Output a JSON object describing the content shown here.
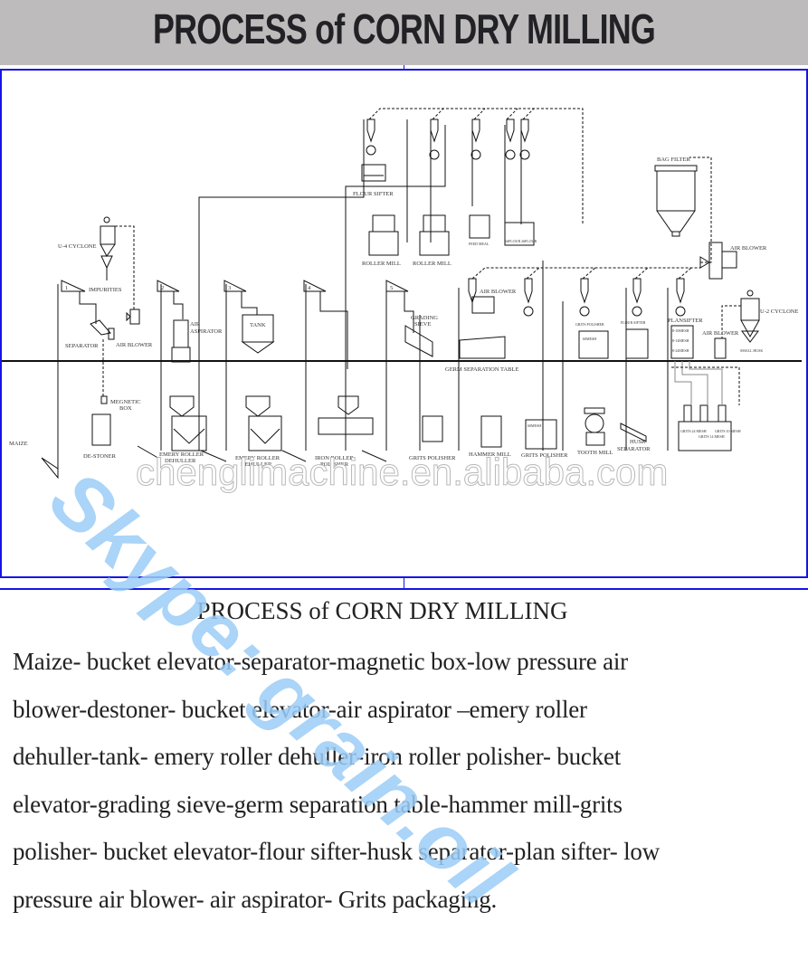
{
  "banner": {
    "title": "PROCESS of CORN DRY MILLING"
  },
  "diagram": {
    "elevator_numbers": [
      "1",
      "2",
      "3",
      "4",
      "5"
    ],
    "labels": {
      "u4_cyclone": "U-4 CYCLONE",
      "impurities": "IMPURITIES",
      "separator": "SEPARATOR",
      "air_blower_1": "AIR BLOWER",
      "air_aspirator": [
        "AIR",
        "ASPIRATOR"
      ],
      "tank": "TANK",
      "grading_sieve": [
        "GRADING",
        "SIEVE"
      ],
      "germ_separation_table": "GERM SEPARATION TABLE",
      "air_blower_2": "AIR BLOWER",
      "flour_sifter_top": "FLOUR SIFTER",
      "roller_mill_1": "ROLLER MILL",
      "roller_mill_2": "ROLLER MILL",
      "feed_meal": "FEED MEAL",
      "flour_1": "1#FLOUR",
      "flour_2": "2#FLOUR",
      "bag_filter": "BAG FILTER",
      "air_blower_3": "AIR BLOWER",
      "grits_polisher_top": "GRITS POLISHER",
      "mesh_60_top": "60MESH",
      "flour_sifter_right": "FLOUR SIFTER",
      "plansifter": "PLANSIFTER",
      "plansifter_meshes": [
        "8-10MESH",
        "8-14MESH",
        "8-24MESH"
      ],
      "air_blower_4": "AIR BLOWER",
      "u2_cyclone": "U-2 CYCLONE",
      "small_husk": "SMALL HUSK",
      "maize": "MAIZE",
      "magnetic_box": [
        "MEGNETIC",
        "BOX"
      ],
      "de_stoner": "DE-STONER",
      "emery_roller_1": [
        "EMERY ROLLER",
        "DEHULLER"
      ],
      "emery_roller_2": [
        "EMERY ROLLER",
        "DEHULLER"
      ],
      "iron_roller": [
        "IRON ROLLER",
        "POLISHER"
      ],
      "grits_polisher_1": "GRITS POLISHER",
      "hammer_mill": "HAMMER MILL",
      "mesh_60_bottom": "60MESH",
      "grits_polisher_2": "GRITS POLISHER",
      "tooth_mill": "TOOTH MILL",
      "husk_separator": [
        "HUSK",
        "SEPARATOR"
      ],
      "grits_bins": [
        "GRITS 24 MESH",
        "GRITS 14 MESH",
        "GRITS 10 MESH"
      ]
    },
    "colors": {
      "frame": "#1515e6",
      "line": "#111111",
      "grey_line": "#8a8a8a",
      "floor": "#000000"
    }
  },
  "section_title": "PROCESS of CORN DRY MILLING",
  "description_lines": [
    "Maize- bucket elevator-separator-magnetic box-low pressure air",
    "blower-destoner- bucket elevator-air aspirator –emery roller",
    "dehuller-tank- emery roller dehuller-iron roller polisher- bucket",
    "elevator-grading sieve-germ separation table-hammer mill-grits",
    "polisher- bucket elevator-flour sifter-husk separator-plan sifter- low",
    "pressure air blower- air aspirator- Grits packaging."
  ],
  "watermarks": {
    "skype": "Skype: grain.oil",
    "site": "chenglimachine.en.alibaba.com"
  }
}
